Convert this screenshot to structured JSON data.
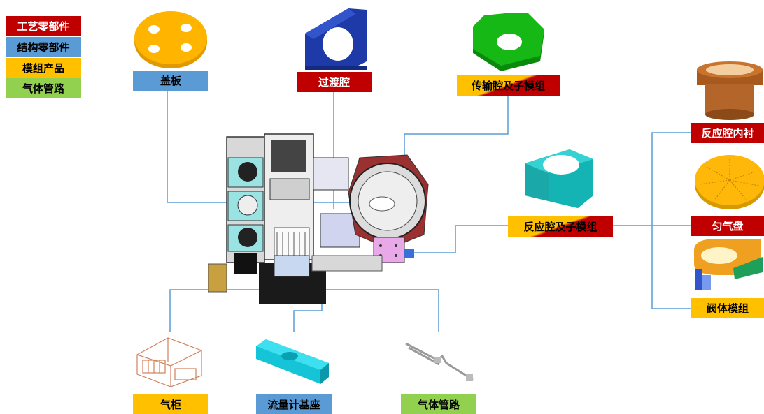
{
  "legend": [
    {
      "label": "工艺零部件",
      "color": "#c00000"
    },
    {
      "label": "结构零部件",
      "color": "#5b9bd5"
    },
    {
      "label": "模组产品",
      "color": "#ffc000"
    },
    {
      "label": "气体管路",
      "color": "#92d050"
    }
  ],
  "components": {
    "cover_plate": "盖板",
    "transition_chamber": "过渡腔",
    "transfer_chamber": "传输腔及子模组",
    "reaction_chamber": "反应腔及子模组",
    "chamber_liner": "反应腔内衬",
    "showerhead": "匀气盘",
    "valve_module": "阀体模组",
    "gas_cabinet": "气柜",
    "flowmeter_base": "流量计基座",
    "gas_pipeline": "气体管路"
  },
  "colors": {
    "process_red": "#c00000",
    "structure_blue": "#5b9bd5",
    "module_orange": "#ffc000",
    "gas_green": "#92d050",
    "connector_line": "#5b9bd5"
  }
}
